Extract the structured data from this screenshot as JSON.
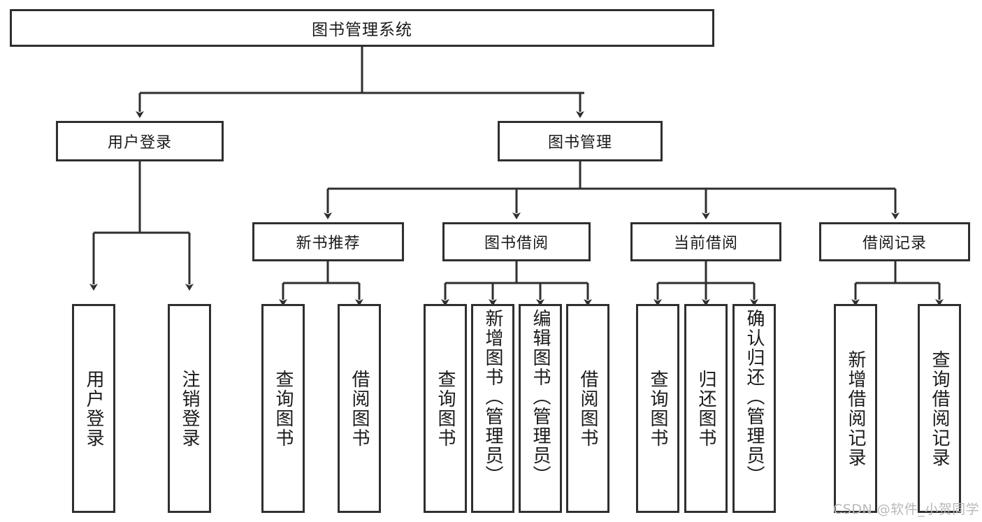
{
  "diagram": {
    "title": "图书管理系统",
    "background_color": "#ffffff",
    "line_color": "#2f2f2f",
    "text_color": "#1a1a1a"
  },
  "root": {
    "label": "图书管理系统"
  },
  "level2": [
    {
      "label": "用户登录"
    },
    {
      "label": "图书管理"
    }
  ],
  "level3": [
    {
      "label": "新书推荐"
    },
    {
      "label": "图书借阅"
    },
    {
      "label": "当前借阅"
    },
    {
      "label": "借阅记录"
    }
  ],
  "leaves": {
    "user_login": [
      {
        "label": "用户登录"
      },
      {
        "label": "注销登录"
      }
    ],
    "new_book_recommend": [
      {
        "label": "查询图书"
      },
      {
        "label": "借阅图书"
      }
    ],
    "book_borrow": [
      {
        "label": "查询图书"
      },
      {
        "label": "新增图书（管理员）"
      },
      {
        "label": "编辑图书（管理员）"
      },
      {
        "label": "借阅图书"
      }
    ],
    "current_borrow": [
      {
        "label": "查询图书"
      },
      {
        "label": "归还图书"
      },
      {
        "label": "确认归还（管理员）"
      }
    ],
    "borrow_record": [
      {
        "label": "新增借阅记录"
      },
      {
        "label": "查询借阅记录"
      }
    ]
  },
  "watermark": {
    "text": "CSDN @软件_小贺同学"
  }
}
